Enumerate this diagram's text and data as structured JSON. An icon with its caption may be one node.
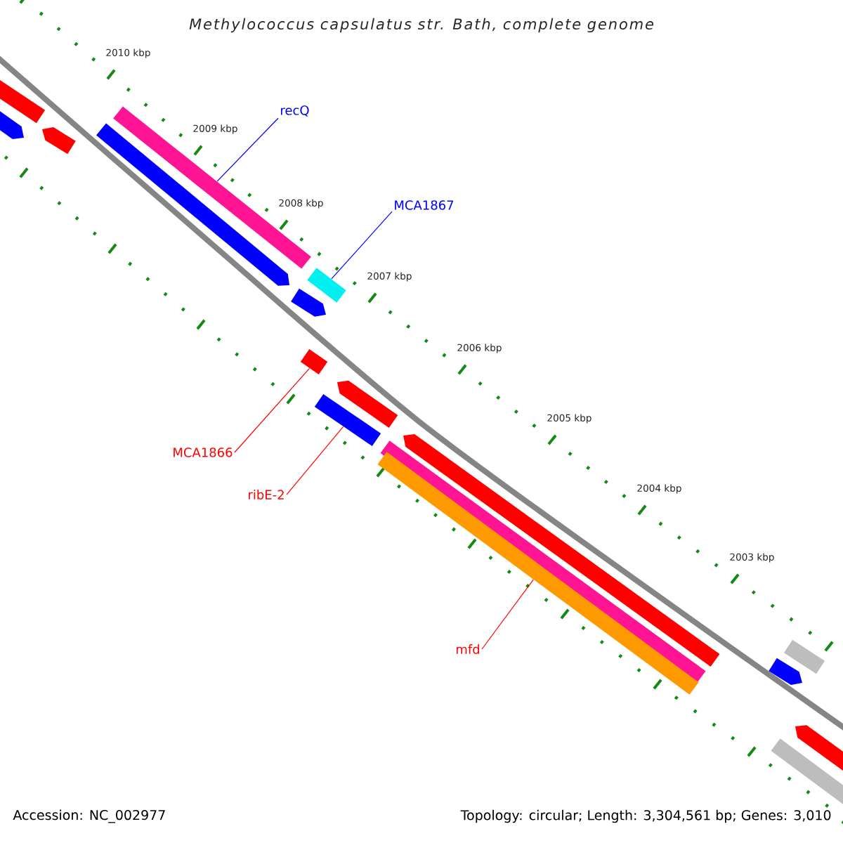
{
  "diagram": {
    "title": "Methylococcus capsulatus str. Bath, complete genome",
    "nodes": [
      {
        "text": [
          "recQ"
        ]
      },
      {
        "text": [],
        "shape": "bar"
      },
      {
        "text": [
          "MCA1867"
        ]
      },
      {
        "text": [],
        "shape": "bar"
      },
      {
        "text": [
          "MCA1866"
        ]
      },
      {
        "text": [],
        "shape": "bar"
      },
      {
        "text": [
          "ribE-2"
        ]
      },
      {
        "text": [],
        "shape": "bar"
      },
      {
        "text": [
          "mfd"
        ]
      },
      {
        "text": [],
        "shape": "bar"
      }
    ],
    "edges": [
      {
        "from": 0,
        "to": 1,
        "arrow": "none",
        "color": "#0000ff"
      },
      {
        "from": 2,
        "to": 3,
        "arrow": "none",
        "color": "#0000ff"
      },
      {
        "from": 4,
        "to": 5,
        "arrow": "none"
      },
      {
        "from": 6,
        "to": 7,
        "arrow": "none"
      },
      {
        "from": 8,
        "to": 9,
        "arrow": "none"
      }
    ],
    "labels": [
      "2010 kbp",
      "2009 kbp",
      "2008 kbp",
      "2007 kbp",
      "2006 kbp",
      "2005 kbp",
      "2004 kbp",
      "2003 kbp",
      "Accession: NC_002977",
      "Topology: circular; Length: 3,304,561 bp; Genes: 3,010"
    ]
  }
}
